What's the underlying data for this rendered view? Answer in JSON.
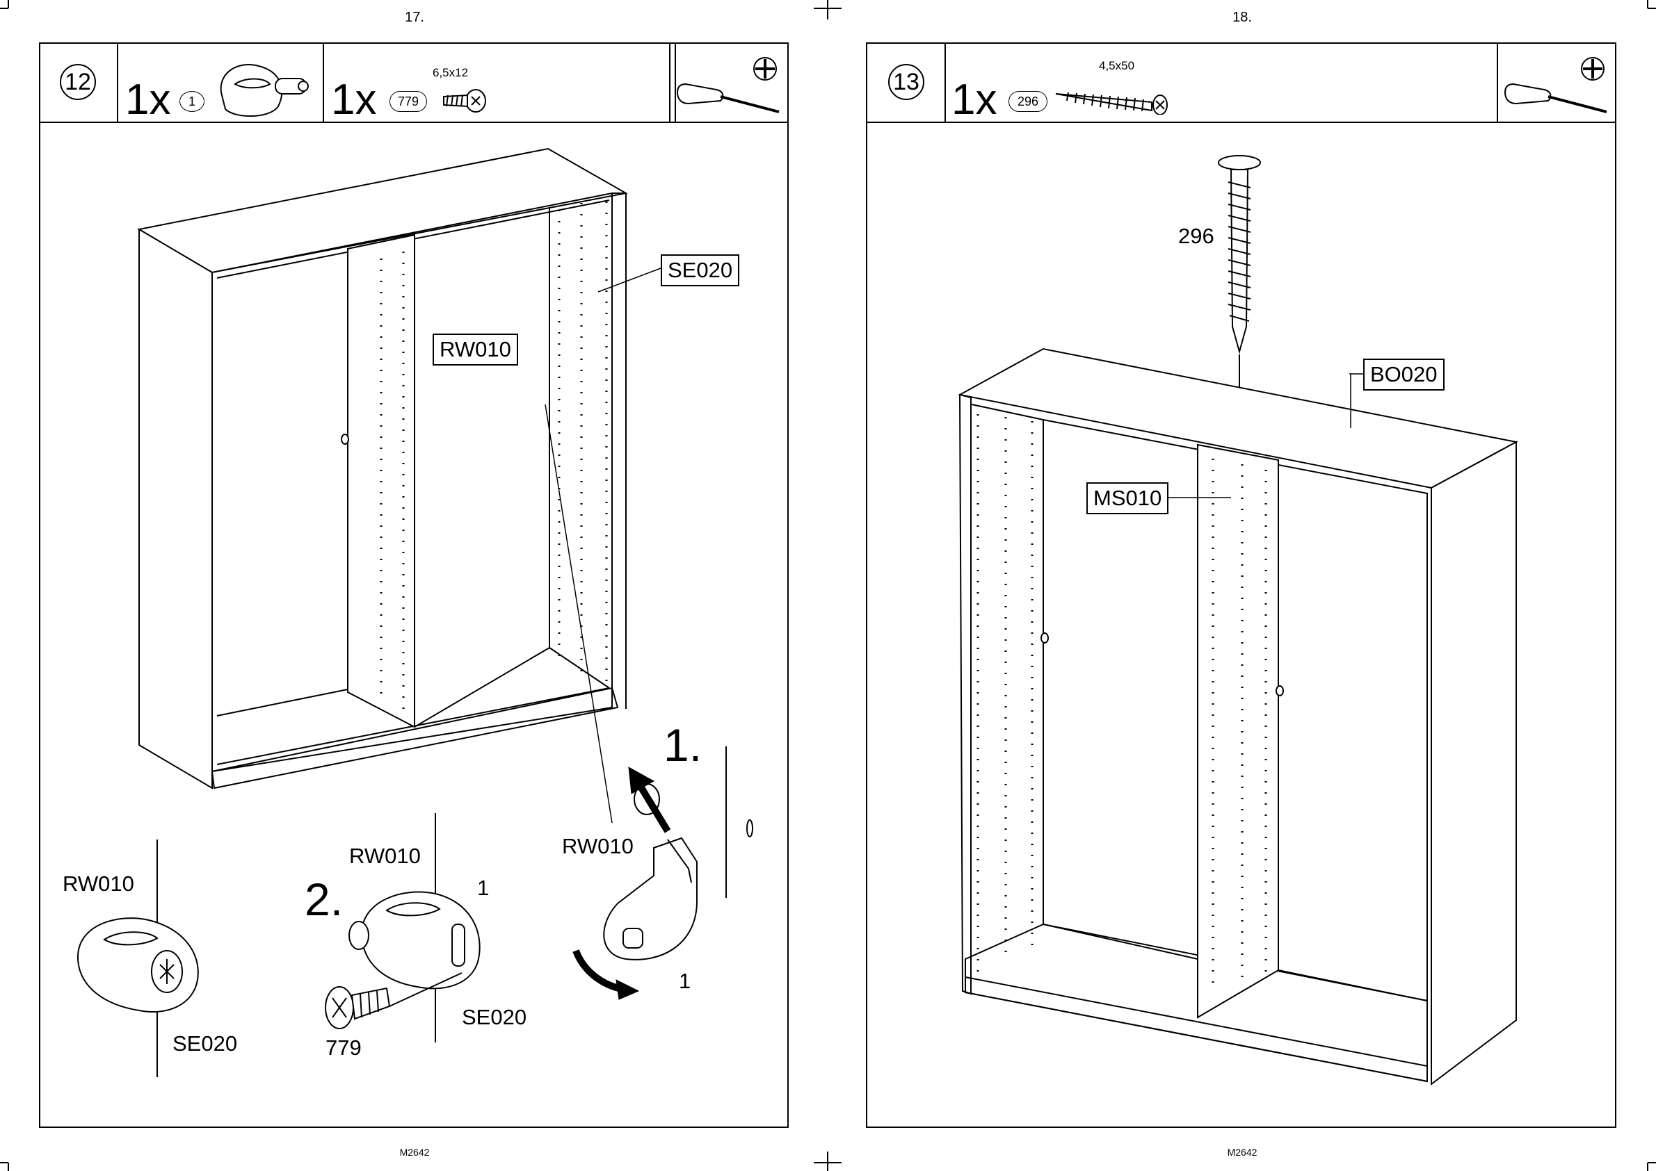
{
  "left_page": {
    "page_number": "17.",
    "footer_code": "M2642",
    "step": "12",
    "parts": [
      {
        "qty": "1x",
        "part_id": "1",
        "size": ""
      },
      {
        "qty": "1x",
        "part_id": "779",
        "size": "6,5x12"
      }
    ],
    "tool": "screwdriver-phillips",
    "labels": {
      "se020_tag": "SE020",
      "rw010_tag": "RW010",
      "step_1": "1.",
      "step_2": "2.",
      "rw010_detail_a": "RW010",
      "rw010_detail_b": "RW010",
      "rw010_detail_c": "RW010",
      "se020_detail_a": "SE020",
      "se020_detail_b": "SE020",
      "part_1_a": "1",
      "part_1_b": "1",
      "screw_779": "779"
    }
  },
  "right_page": {
    "page_number": "18.",
    "footer_code": "M2642",
    "step": "13",
    "parts": [
      {
        "qty": "1x",
        "part_id": "296",
        "size": "4,5x50"
      }
    ],
    "tool": "screwdriver-phillips",
    "labels": {
      "screw_296": "296",
      "bo020_tag": "BO020",
      "ms010_tag": "MS010"
    }
  }
}
